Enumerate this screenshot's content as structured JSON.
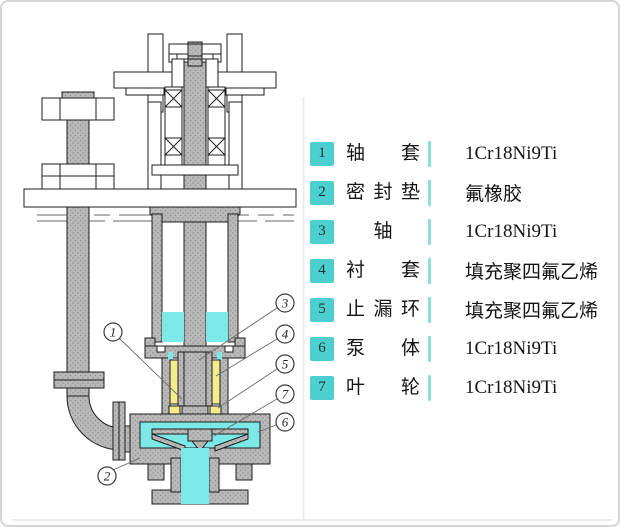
{
  "page": {
    "background": "#ffffff",
    "border_color": "#d6d6d2"
  },
  "legend": {
    "square_color": "#4dcfcf",
    "separator_color": "#8adde0",
    "rows": [
      {
        "num": "1",
        "name": "轴套",
        "value": "1Cr18Ni9Ti"
      },
      {
        "num": "2",
        "name": "密封垫",
        "value": "氟橡胶"
      },
      {
        "num": "3",
        "name": "轴",
        "value": "1Cr18Ni9Ti"
      },
      {
        "num": "4",
        "name": "衬套",
        "value": "填充聚四氟乙烯"
      },
      {
        "num": "5",
        "name": "止漏环",
        "value": "填充聚四氟乙烯"
      },
      {
        "num": "6",
        "name": "泵体",
        "value": "1Cr18Ni9Ti"
      },
      {
        "num": "7",
        "name": "叶轮",
        "value": "1Cr18Ni9Ti"
      }
    ]
  },
  "diagram": {
    "colors": {
      "metal": "#b9b9b9",
      "metal_dots": "#8f8f8f",
      "liquid": "#7ce8e8",
      "bushing": "#f3eb8c",
      "outline": "#1c1c1c"
    },
    "callouts": [
      {
        "number": "1"
      },
      {
        "number": "2"
      },
      {
        "number": "3"
      },
      {
        "number": "4"
      },
      {
        "number": "5"
      },
      {
        "number": "7"
      },
      {
        "number": "6"
      }
    ]
  }
}
